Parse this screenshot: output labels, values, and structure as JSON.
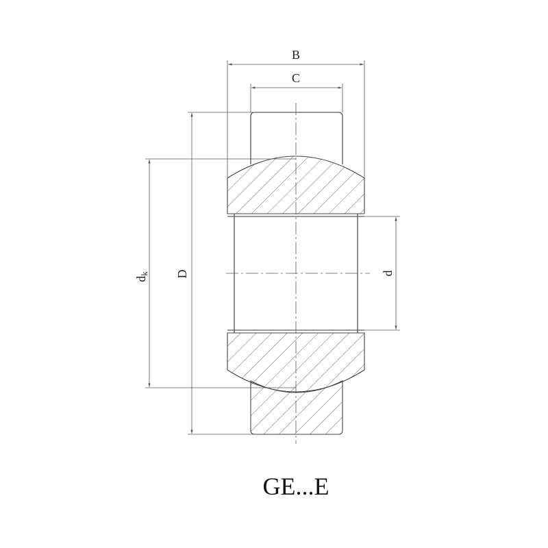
{
  "drawing": {
    "dimensions": {
      "B": "B",
      "C": "C",
      "dk_main": "d",
      "dk_sub": "k",
      "D": "D",
      "d": "d"
    },
    "designation": "GE...E"
  }
}
